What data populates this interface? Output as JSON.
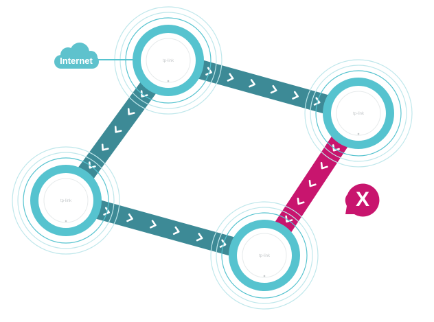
{
  "internet": {
    "label": "Internet"
  },
  "failure": {
    "mark": "X"
  },
  "device": {
    "brand": "tp-link"
  },
  "colors": {
    "link": "#3d8a96",
    "link_failed": "#c8156e",
    "ring": "#56c3cf",
    "ring_faint": "#bfe7eb",
    "cloud": "#5ec2cd",
    "chevron": "#ffffff"
  },
  "nodes": [
    {
      "id": "ap-top"
    },
    {
      "id": "ap-right"
    },
    {
      "id": "ap-left"
    },
    {
      "id": "ap-bottom"
    }
  ],
  "links": [
    {
      "from": "ap-top",
      "to": "ap-right",
      "status": "active"
    },
    {
      "from": "ap-top",
      "to": "ap-left",
      "status": "active"
    },
    {
      "from": "ap-left",
      "to": "ap-bottom",
      "status": "active"
    },
    {
      "from": "ap-right",
      "to": "ap-bottom",
      "status": "failed"
    }
  ]
}
